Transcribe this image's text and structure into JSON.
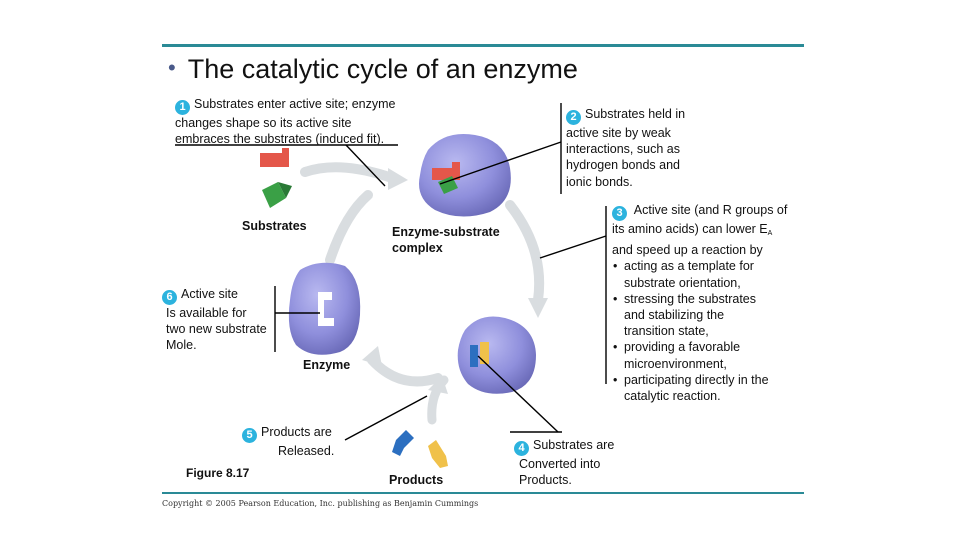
{
  "slide": {
    "bullet": "•",
    "title": "The catalytic cycle of an enzyme",
    "figure_label": "Figure 8.17",
    "copyright": "Copyright © 2005 Pearson Education, Inc. publishing as Benjamin Cummings"
  },
  "steps": {
    "s1": {
      "number": "1",
      "lines": [
        "Substrates enter active site; enzyme",
        "changes shape so its active site",
        "embraces the substrates (induced fit)."
      ]
    },
    "s2": {
      "number": "2",
      "lines": [
        "Substrates held in",
        "active site by weak",
        "interactions, such as",
        "hydrogen bonds and",
        "ionic bonds."
      ]
    },
    "s3": {
      "number": "3",
      "line1": "Active site (and R groups of",
      "line2": "its amino acids) can lower E",
      "line2_sub": "A",
      "line3": "and speed up a reaction by",
      "bullets": [
        [
          "acting as a template for",
          "substrate orientation,"
        ],
        [
          "stressing the substrates",
          "and stabilizing the",
          "transition state,"
        ],
        [
          "providing a favorable",
          "microenvironment,"
        ],
        [
          "participating directly in the",
          "catalytic reaction."
        ]
      ]
    },
    "s4": {
      "number": "4",
      "lines": [
        "Substrates are",
        "Converted into",
        "Products."
      ]
    },
    "s5": {
      "number": "5",
      "lines": [
        "Products are",
        "Released."
      ]
    },
    "s6": {
      "number": "6",
      "lines": [
        "Active site",
        "Is available for",
        "two new substrate",
        "Mole."
      ]
    }
  },
  "labels": {
    "substrates": "Substrates",
    "complex_line1": "Enzyme-substrate",
    "complex_line2": "complex",
    "enzyme": "Enzyme",
    "products": "Products"
  },
  "colors": {
    "rule": "#2a8a96",
    "badge": "#2cb3de",
    "enzyme": "#8f8fdc",
    "substrate_red": "#e4574a",
    "substrate_green": "#3aa046",
    "product_blue": "#2c6fc0",
    "product_yellow": "#f0c14a",
    "arrow": "#d9dde0"
  }
}
